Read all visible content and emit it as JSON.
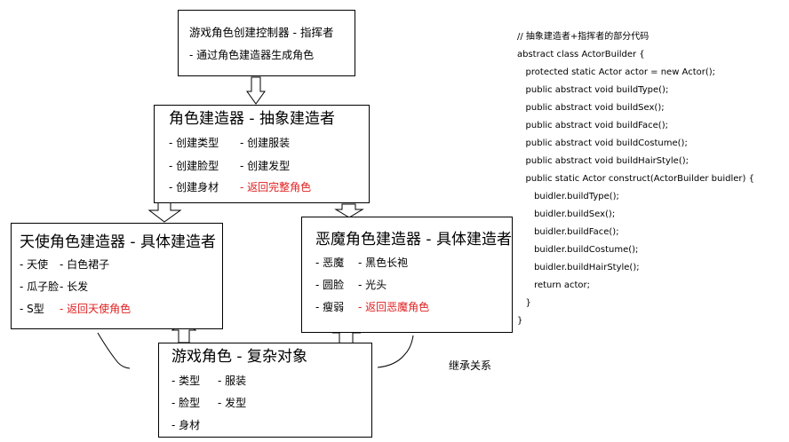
{
  "director": {
    "title": "游戏角色创建控制器 - 指挥者",
    "line": "- 通过角色建造器生成角色"
  },
  "abstract_builder": {
    "title": "角色建造器 - 抽象建造者",
    "col1": [
      "- 创建类型",
      "- 创建脸型",
      "- 创建身材"
    ],
    "col2": [
      "- 创建服装",
      "- 创建发型",
      "- 返回完整角色"
    ]
  },
  "angel_builder": {
    "title": "天使角色建造器 - 具体建造者",
    "col1": [
      "- 天使",
      "- 瓜子脸",
      "- S型"
    ],
    "col2": [
      "- 白色裙子",
      "- 长发",
      "- 返回天使角色"
    ]
  },
  "devil_builder": {
    "title": "恶魔角色建造器 - 具体建造者",
    "col1": [
      "- 恶魔",
      "- 圆脸",
      "- 瘦弱"
    ],
    "col2": [
      "- 黑色长袍",
      "- 光头",
      "- 返回恶魔角色"
    ]
  },
  "product": {
    "title": "游戏角色 - 复杂对象",
    "col1": [
      "- 类型",
      "- 脸型",
      "- 身材"
    ],
    "col2": [
      "- 服装",
      "- 发型"
    ]
  },
  "inheritance_label": "继承关系",
  "code": [
    "// 抽象建造者+指挥者的部分代码",
    "abstract class ActorBuilder {",
    "   protected static Actor actor = new Actor();",
    "   public abstract void buildType();",
    "   public abstract void buildSex();",
    "   public abstract void buildFace();",
    "   public abstract void buildCostume();",
    "   public abstract void buildHairStyle();",
    "   public static Actor construct(ActorBuilder buidler) {",
    "      buidler.buildType();",
    "      buidler.buildSex();",
    "      buidler.buildFace();",
    "      buidler.buildCostume();",
    "      buidler.buildHairStyle();",
    "      return actor;",
    "   }",
    "}"
  ],
  "colors": {
    "highlight": "#e02020"
  }
}
